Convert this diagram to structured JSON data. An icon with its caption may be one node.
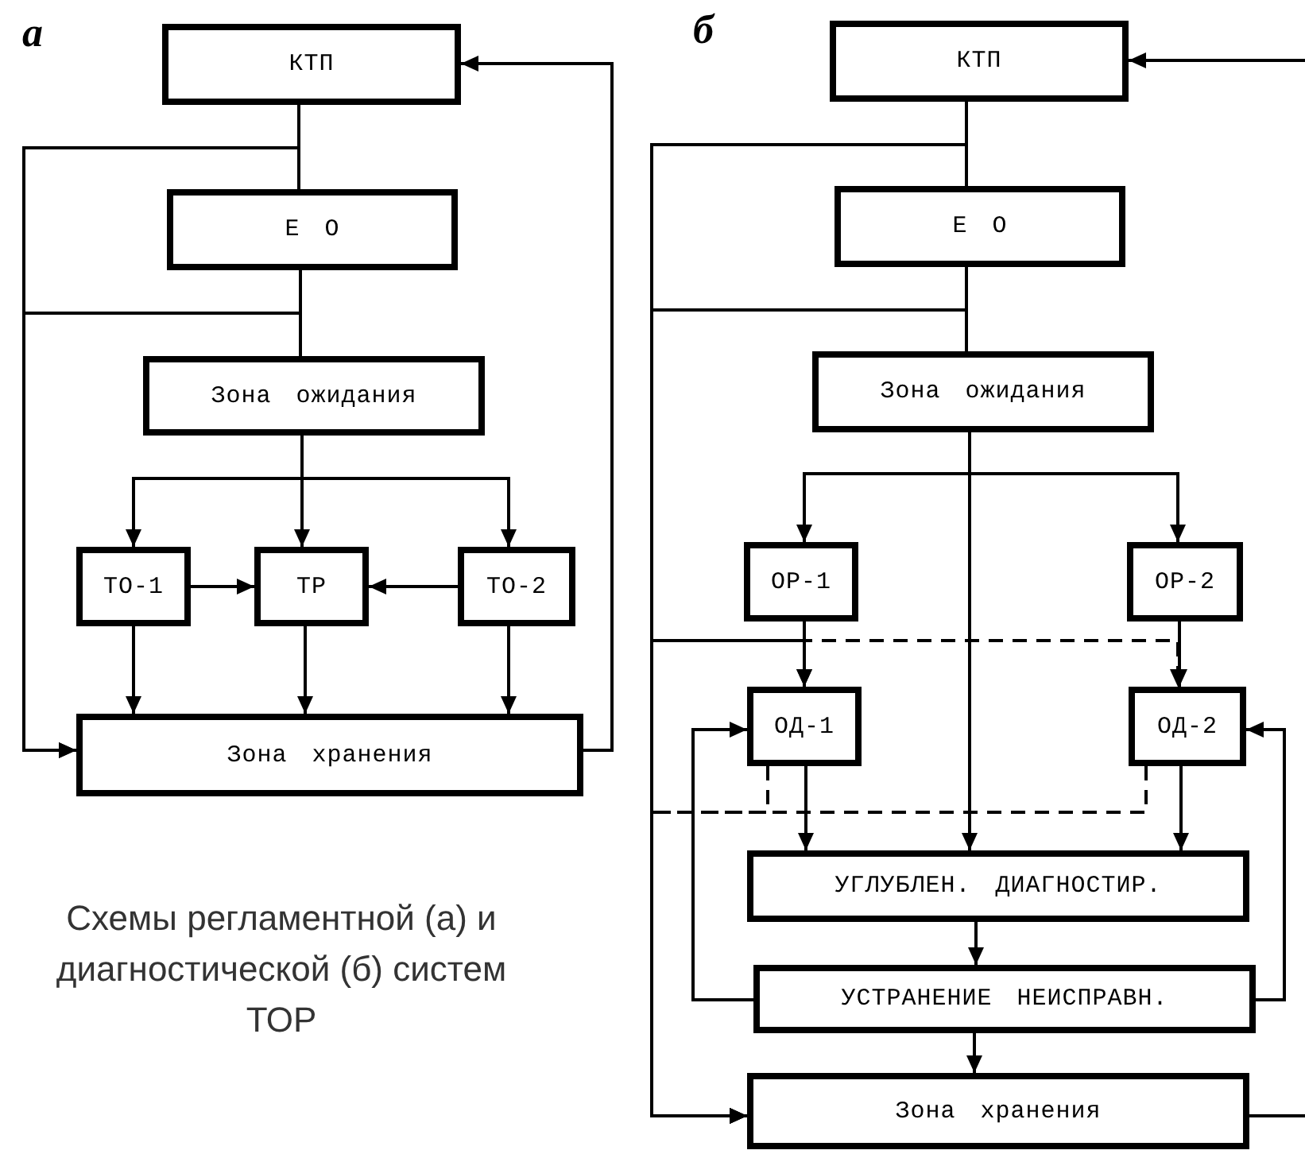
{
  "diagram": {
    "caption": "Схемы регламентной (а) и диагностической (б) систем ТОР",
    "nodes": [
      {
        "text": [
          "КТП"
        ]
      },
      {
        "text": [
          "Е О"
        ]
      },
      {
        "text": [
          "Зона ожидания"
        ]
      },
      {
        "text": [
          "ТО-1"
        ]
      },
      {
        "text": [
          "ТР"
        ]
      },
      {
        "text": [
          "ТО-2"
        ]
      },
      {
        "text": [
          "Зона хранения"
        ]
      },
      {
        "text": [
          "КТП"
        ]
      },
      {
        "text": [
          "Е О"
        ]
      },
      {
        "text": [
          "Зона ожидания"
        ]
      },
      {
        "text": [
          "ОР-1"
        ]
      },
      {
        "text": [
          "ОР-2"
        ]
      },
      {
        "text": [
          "ОД-1"
        ]
      },
      {
        "text": [
          "ОД-2"
        ]
      },
      {
        "text": [
          "УГЛУБЛЕН. ДИАГНОСТИР."
        ]
      },
      {
        "text": [
          "УСТРАНЕНИЕ НЕИСПРАВН."
        ]
      },
      {
        "text": [
          "Зона хранения"
        ]
      }
    ],
    "edges": [
      {
        "from": 0,
        "to": 1,
        "arrow": "none"
      },
      {
        "from": 0,
        "to": 6,
        "arrow": "to"
      },
      {
        "from": 1,
        "to": 2,
        "arrow": "none"
      },
      {
        "from": 1,
        "to": 6,
        "arrow": "to"
      },
      {
        "from": 2,
        "to": 3,
        "arrow": "to"
      },
      {
        "from": 2,
        "to": 4,
        "arrow": "to"
      },
      {
        "from": 2,
        "to": 5,
        "arrow": "to"
      },
      {
        "from": 3,
        "to": 4,
        "arrow": "to"
      },
      {
        "from": 5,
        "to": 4,
        "arrow": "to"
      },
      {
        "from": 3,
        "to": 6,
        "arrow": "to"
      },
      {
        "from": 4,
        "to": 6,
        "arrow": "to"
      },
      {
        "from": 5,
        "to": 6,
        "arrow": "to"
      },
      {
        "from": 6,
        "to": 0,
        "arrow": "to"
      },
      {
        "from": 7,
        "to": 8,
        "arrow": "none"
      },
      {
        "from": 7,
        "to": 16,
        "arrow": "to"
      },
      {
        "from": 8,
        "to": 9,
        "arrow": "none"
      },
      {
        "from": 8,
        "to": 16,
        "arrow": "to"
      },
      {
        "from": 8,
        "to": 12,
        "arrow": "to"
      },
      {
        "from": 8,
        "to": 13,
        "arrow": "to",
        "style": "dashed"
      },
      {
        "from": 9,
        "to": 10,
        "arrow": "to"
      },
      {
        "from": 9,
        "to": 11,
        "arrow": "to"
      },
      {
        "from": 9,
        "to": 14,
        "arrow": "to"
      },
      {
        "from": 10,
        "to": 12,
        "arrow": "to"
      },
      {
        "from": 11,
        "to": 13,
        "arrow": "to"
      },
      {
        "from": 12,
        "to": 14,
        "arrow": "to"
      },
      {
        "from": 13,
        "to": 14,
        "arrow": "to"
      },
      {
        "from": 12,
        "to": 16,
        "arrow": "to",
        "style": "dashed"
      },
      {
        "from": 13,
        "to": 16,
        "arrow": "to",
        "style": "dashed"
      },
      {
        "from": 14,
        "to": 15,
        "arrow": "to"
      },
      {
        "from": 15,
        "to": 12,
        "arrow": "to"
      },
      {
        "from": 15,
        "to": 13,
        "arrow": "to"
      },
      {
        "from": 15,
        "to": 16,
        "arrow": "to"
      },
      {
        "from": 16,
        "to": null,
        "arrow": "none"
      },
      {
        "from": null,
        "to": 7,
        "arrow": "to"
      }
    ],
    "labels": [
      "а",
      "б"
    ]
  }
}
